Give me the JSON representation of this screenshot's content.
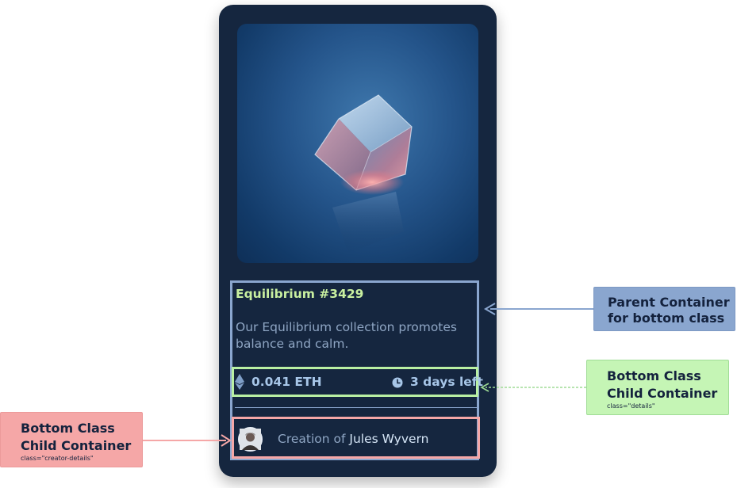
{
  "card": {
    "title": "Equilibrium #3429",
    "description": "Our Equilibrium collection promotes balance and calm.",
    "details": {
      "price": "0.041 ETH",
      "time_left": "3 days left",
      "price_icon": "ethereum-icon",
      "time_icon": "clock-icon"
    },
    "creator": {
      "prefix": "Creation of",
      "name": "Jules Wyvern"
    }
  },
  "annotations": {
    "parent": {
      "line1": "Parent Container",
      "line2": "for bottom class",
      "color": "#8aa6cf"
    },
    "details": {
      "line1": "Bottom Class",
      "line2": "Child Container",
      "class_note": "class=\"details\"",
      "color": "#b9f0a3"
    },
    "creator": {
      "line1": "Bottom Class",
      "line2": "Child Container",
      "class_note": "class=\"creator-details\"",
      "color": "#f5a7a7"
    }
  },
  "colors": {
    "card_bg": "#15263f",
    "title_accent": "#c9f0a0",
    "muted_text": "#8fa6c4"
  }
}
